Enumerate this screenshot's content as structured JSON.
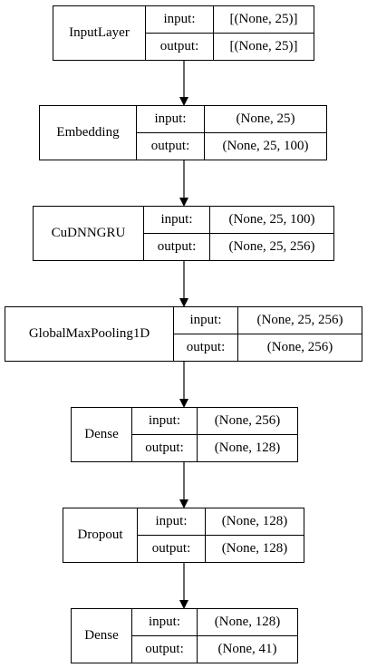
{
  "diagram": {
    "input_label": "input:",
    "output_label": "output:",
    "layers": [
      {
        "name": "InputLayer",
        "input": "[(None, 25)]",
        "output": "[(None, 25)]"
      },
      {
        "name": "Embedding",
        "input": "(None, 25)",
        "output": "(None, 25, 100)"
      },
      {
        "name": "CuDNNGRU",
        "input": "(None, 25, 100)",
        "output": "(None, 25, 256)"
      },
      {
        "name": "GlobalMaxPooling1D",
        "input": "(None, 25, 256)",
        "output": "(None, 256)"
      },
      {
        "name": "Dense",
        "input": "(None, 256)",
        "output": "(None, 128)"
      },
      {
        "name": "Dropout",
        "input": "(None, 128)",
        "output": "(None, 128)"
      },
      {
        "name": "Dense",
        "input": "(None, 128)",
        "output": "(None, 41)"
      }
    ],
    "edges": [
      {
        "from": 0,
        "to": 1
      },
      {
        "from": 1,
        "to": 2
      },
      {
        "from": 2,
        "to": 3
      },
      {
        "from": 3,
        "to": 4
      },
      {
        "from": 4,
        "to": 5
      },
      {
        "from": 5,
        "to": 6
      }
    ]
  }
}
